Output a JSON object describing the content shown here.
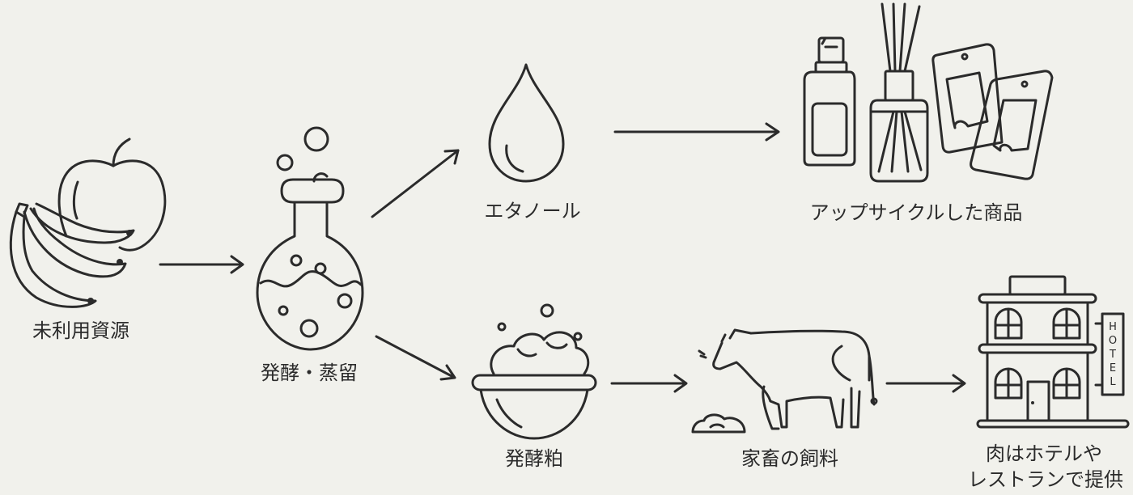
{
  "colors": {
    "background": "#f1f1ec",
    "ink": "#2b2b2b"
  },
  "nodes": {
    "unused_resources": {
      "label": "未利用資源",
      "icons": [
        "banana-icon",
        "apple-icon"
      ]
    },
    "fermentation": {
      "label": "発酵・蒸留",
      "icons": [
        "flask-icon"
      ]
    },
    "ethanol": {
      "label": "エタノール",
      "icons": [
        "drop-icon"
      ]
    },
    "upcycled_products": {
      "label": "アップサイクルした商品",
      "icons": [
        "spray-bottle-icon",
        "reed-diffuser-icon",
        "sachet-icon"
      ]
    },
    "lees": {
      "label": "発酵粕",
      "icons": [
        "bowl-icon"
      ]
    },
    "feed": {
      "label": "家畜の飼料",
      "icons": [
        "cow-icon"
      ]
    },
    "hotel": {
      "label_line1": "肉はホテルや",
      "label_line2": "レストランで提供",
      "sign": "HOTEL",
      "icons": [
        "hotel-icon"
      ]
    }
  },
  "flow": [
    [
      "unused_resources",
      "fermentation"
    ],
    [
      "fermentation",
      "ethanol"
    ],
    [
      "fermentation",
      "lees"
    ],
    [
      "ethanol",
      "upcycled_products"
    ],
    [
      "lees",
      "feed"
    ],
    [
      "feed",
      "hotel"
    ]
  ]
}
